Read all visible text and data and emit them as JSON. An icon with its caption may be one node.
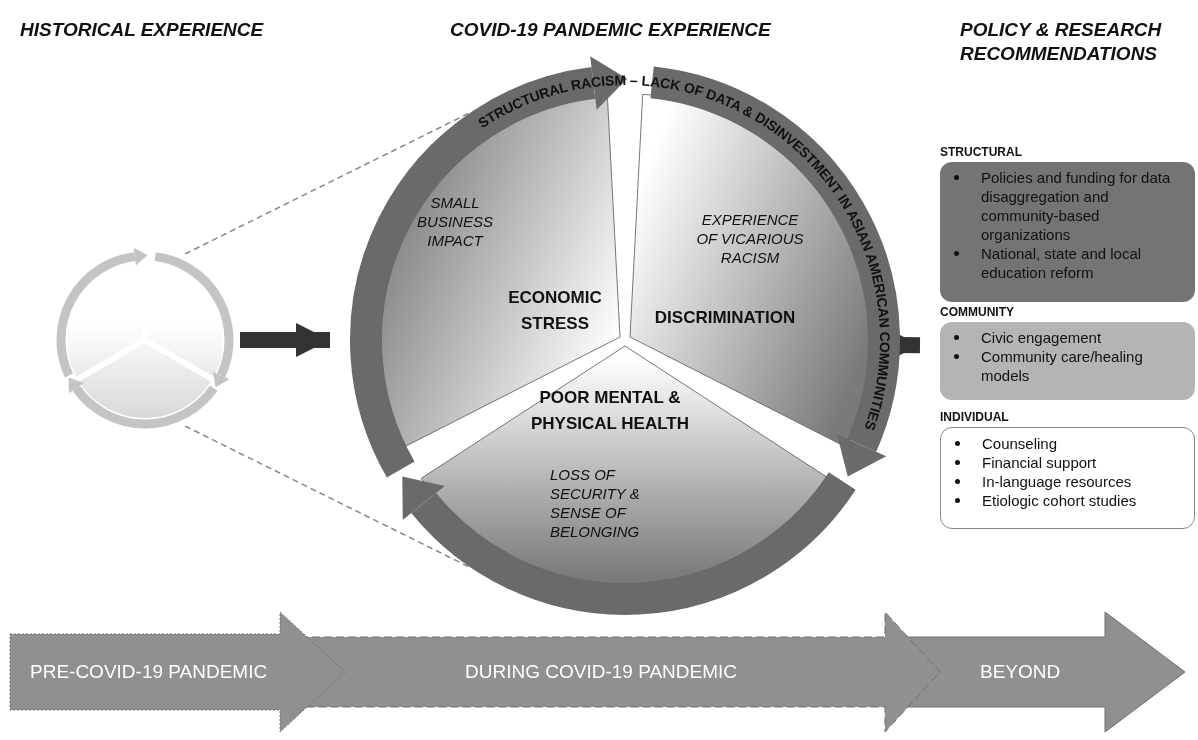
{
  "diagram": {
    "nodes": [
      {
        "text": [],
        "shape": "circle"
      },
      {
        "text": [
          "STRUCTURAL RACISM – LACK OF DATA & DISINVESTMENT IN ASIAN AMERICAN COMMUNITIES"
        ]
      },
      {
        "text": [
          "SMALL BUSINESS IMPACT",
          "ECONOMIC STRESS"
        ],
        "in": 1
      },
      {
        "text": [
          "EXPERIENCE OF VICARIOUS RACISM",
          "DISCRIMINATION"
        ],
        "in": 1
      },
      {
        "text": [
          "POOR MENTAL & PHYSICAL HEALTH",
          "LOSS OF SECURITY & SENSE OF BELONGING"
        ],
        "in": 1
      },
      {
        "text": [
          "STRUCTURAL",
          "Policies and funding for data disaggregation and community-based organizations",
          "National, state and local education reform"
        ]
      },
      {
        "text": [
          "COMMUNITY",
          "Civic engagement",
          "Community care/healing models"
        ]
      },
      {
        "text": [
          "INDIVIDUAL",
          "Counseling",
          "Financial support",
          "In-language resources",
          "Etiologic cohort studies"
        ]
      },
      {
        "text": [
          "PRE-COVID-19 PANDEMIC"
        ]
      },
      {
        "text": [
          "DURING COVID-19 PANDEMIC"
        ]
      },
      {
        "text": [
          "BEYOND"
        ]
      }
    ],
    "edges": [
      {
        "from": 0,
        "to": 1,
        "arrow": "none",
        "style": "dashed"
      },
      {
        "from": 0,
        "to": 1,
        "arrow": "none",
        "style": "dashed"
      },
      {
        "from": 0,
        "to": 1,
        "arrow": "to",
        "style": "thick"
      },
      {
        "from": 1,
        "to": 6,
        "arrow": "to",
        "style": "thick"
      }
    ],
    "labels": [
      "HISTORICAL EXPERIENCE",
      "COVID-19 PANDEMIC EXPERIENCE",
      "POLICY & RESEARCH RECOMMENDATIONS"
    ]
  }
}
